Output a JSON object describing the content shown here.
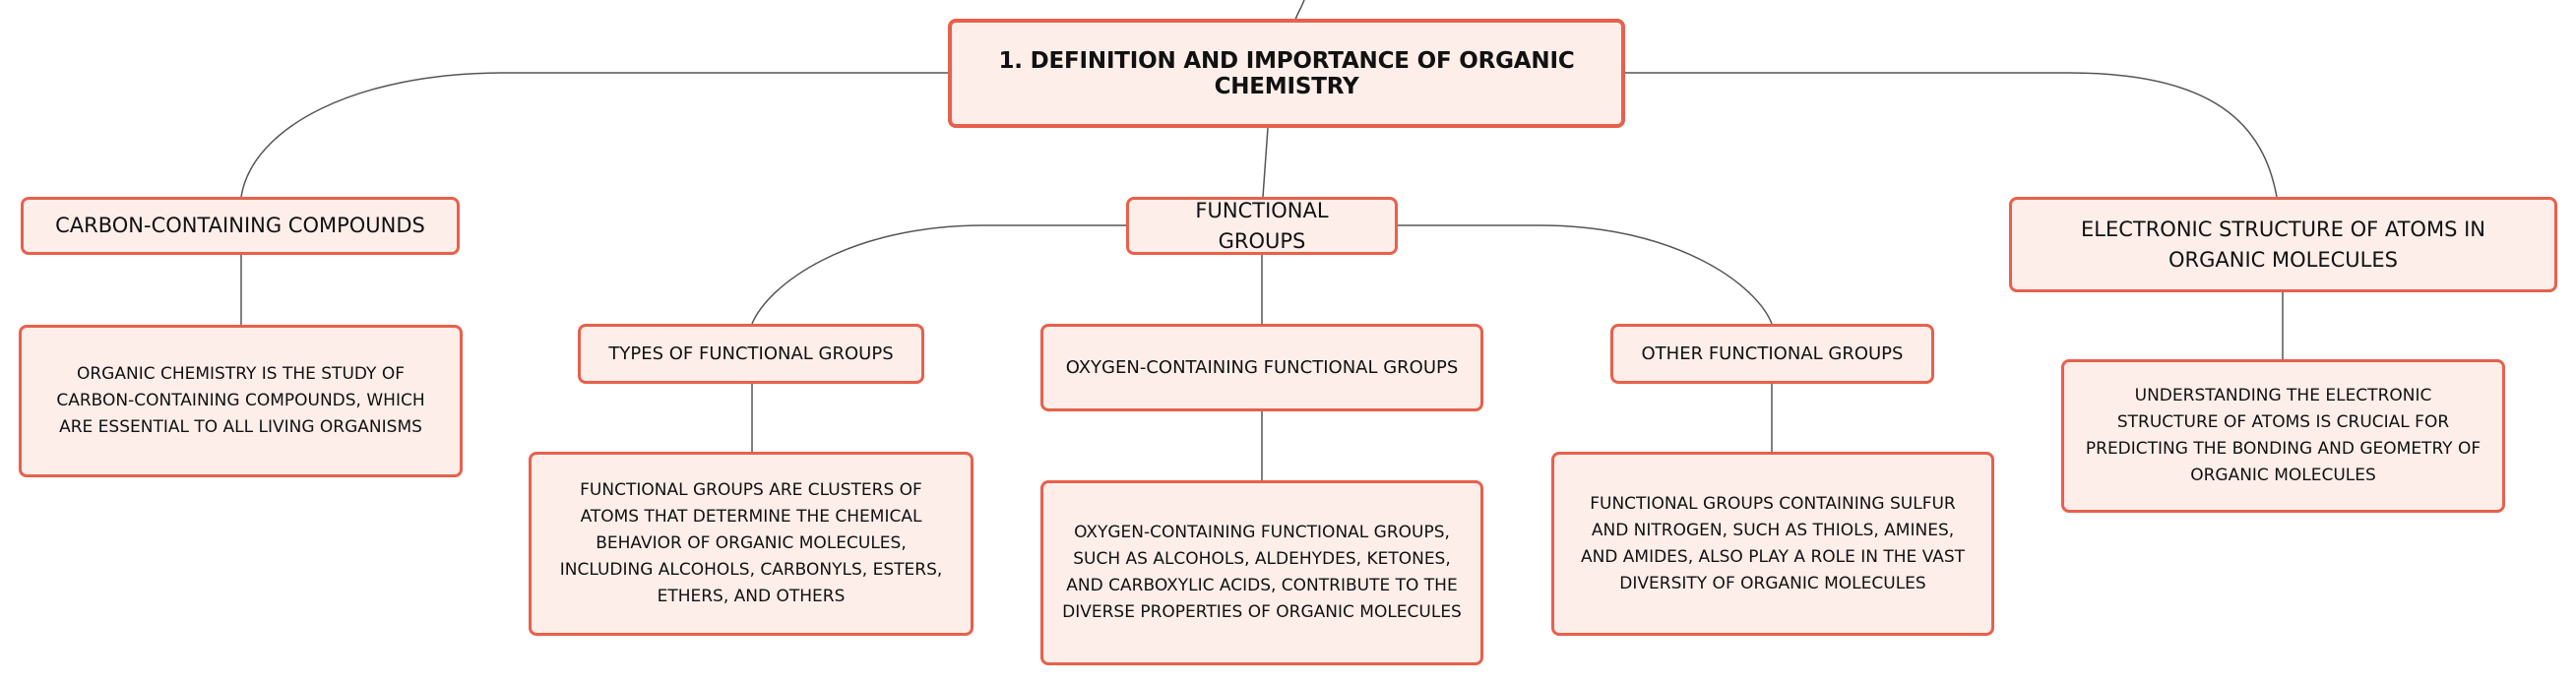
{
  "colors": {
    "node_fill": "#fdeee9",
    "node_border": "#e8604c",
    "connector": "#555555",
    "text": "#111111"
  },
  "root": {
    "label": "1. DEFINITION AND IMPORTANCE OF ORGANIC CHEMISTRY"
  },
  "topics": [
    {
      "label": "CARBON-CONTAINING COMPOUNDS",
      "detail": "ORGANIC CHEMISTRY IS THE STUDY OF CARBON-CONTAINING COMPOUNDS, WHICH ARE ESSENTIAL TO ALL LIVING ORGANISMS"
    },
    {
      "label": "FUNCTIONAL GROUPS",
      "subtopics": [
        {
          "label": "TYPES OF FUNCTIONAL GROUPS",
          "detail": "FUNCTIONAL GROUPS ARE CLUSTERS OF ATOMS THAT DETERMINE THE CHEMICAL BEHAVIOR OF ORGANIC MOLECULES, INCLUDING ALCOHOLS, CARBONYLS, ESTERS, ETHERS, AND OTHERS"
        },
        {
          "label": "OXYGEN-CONTAINING FUNCTIONAL GROUPS",
          "detail": "OXYGEN-CONTAINING FUNCTIONAL GROUPS, SUCH AS ALCOHOLS, ALDEHYDES, KETONES, AND CARBOXYLIC ACIDS, CONTRIBUTE TO THE DIVERSE PROPERTIES OF ORGANIC MOLECULES"
        },
        {
          "label": "OTHER FUNCTIONAL GROUPS",
          "detail": "FUNCTIONAL GROUPS CONTAINING SULFUR AND NITROGEN, SUCH AS THIOLS, AMINES, AND AMIDES, ALSO PLAY A ROLE IN THE VAST DIVERSITY OF ORGANIC MOLECULES"
        }
      ]
    },
    {
      "label": "ELECTRONIC STRUCTURE OF ATOMS IN ORGANIC MOLECULES",
      "detail": "UNDERSTANDING THE ELECTRONIC STRUCTURE OF ATOMS IS CRUCIAL FOR PREDICTING THE BONDING AND GEOMETRY OF ORGANIC MOLECULES"
    }
  ]
}
